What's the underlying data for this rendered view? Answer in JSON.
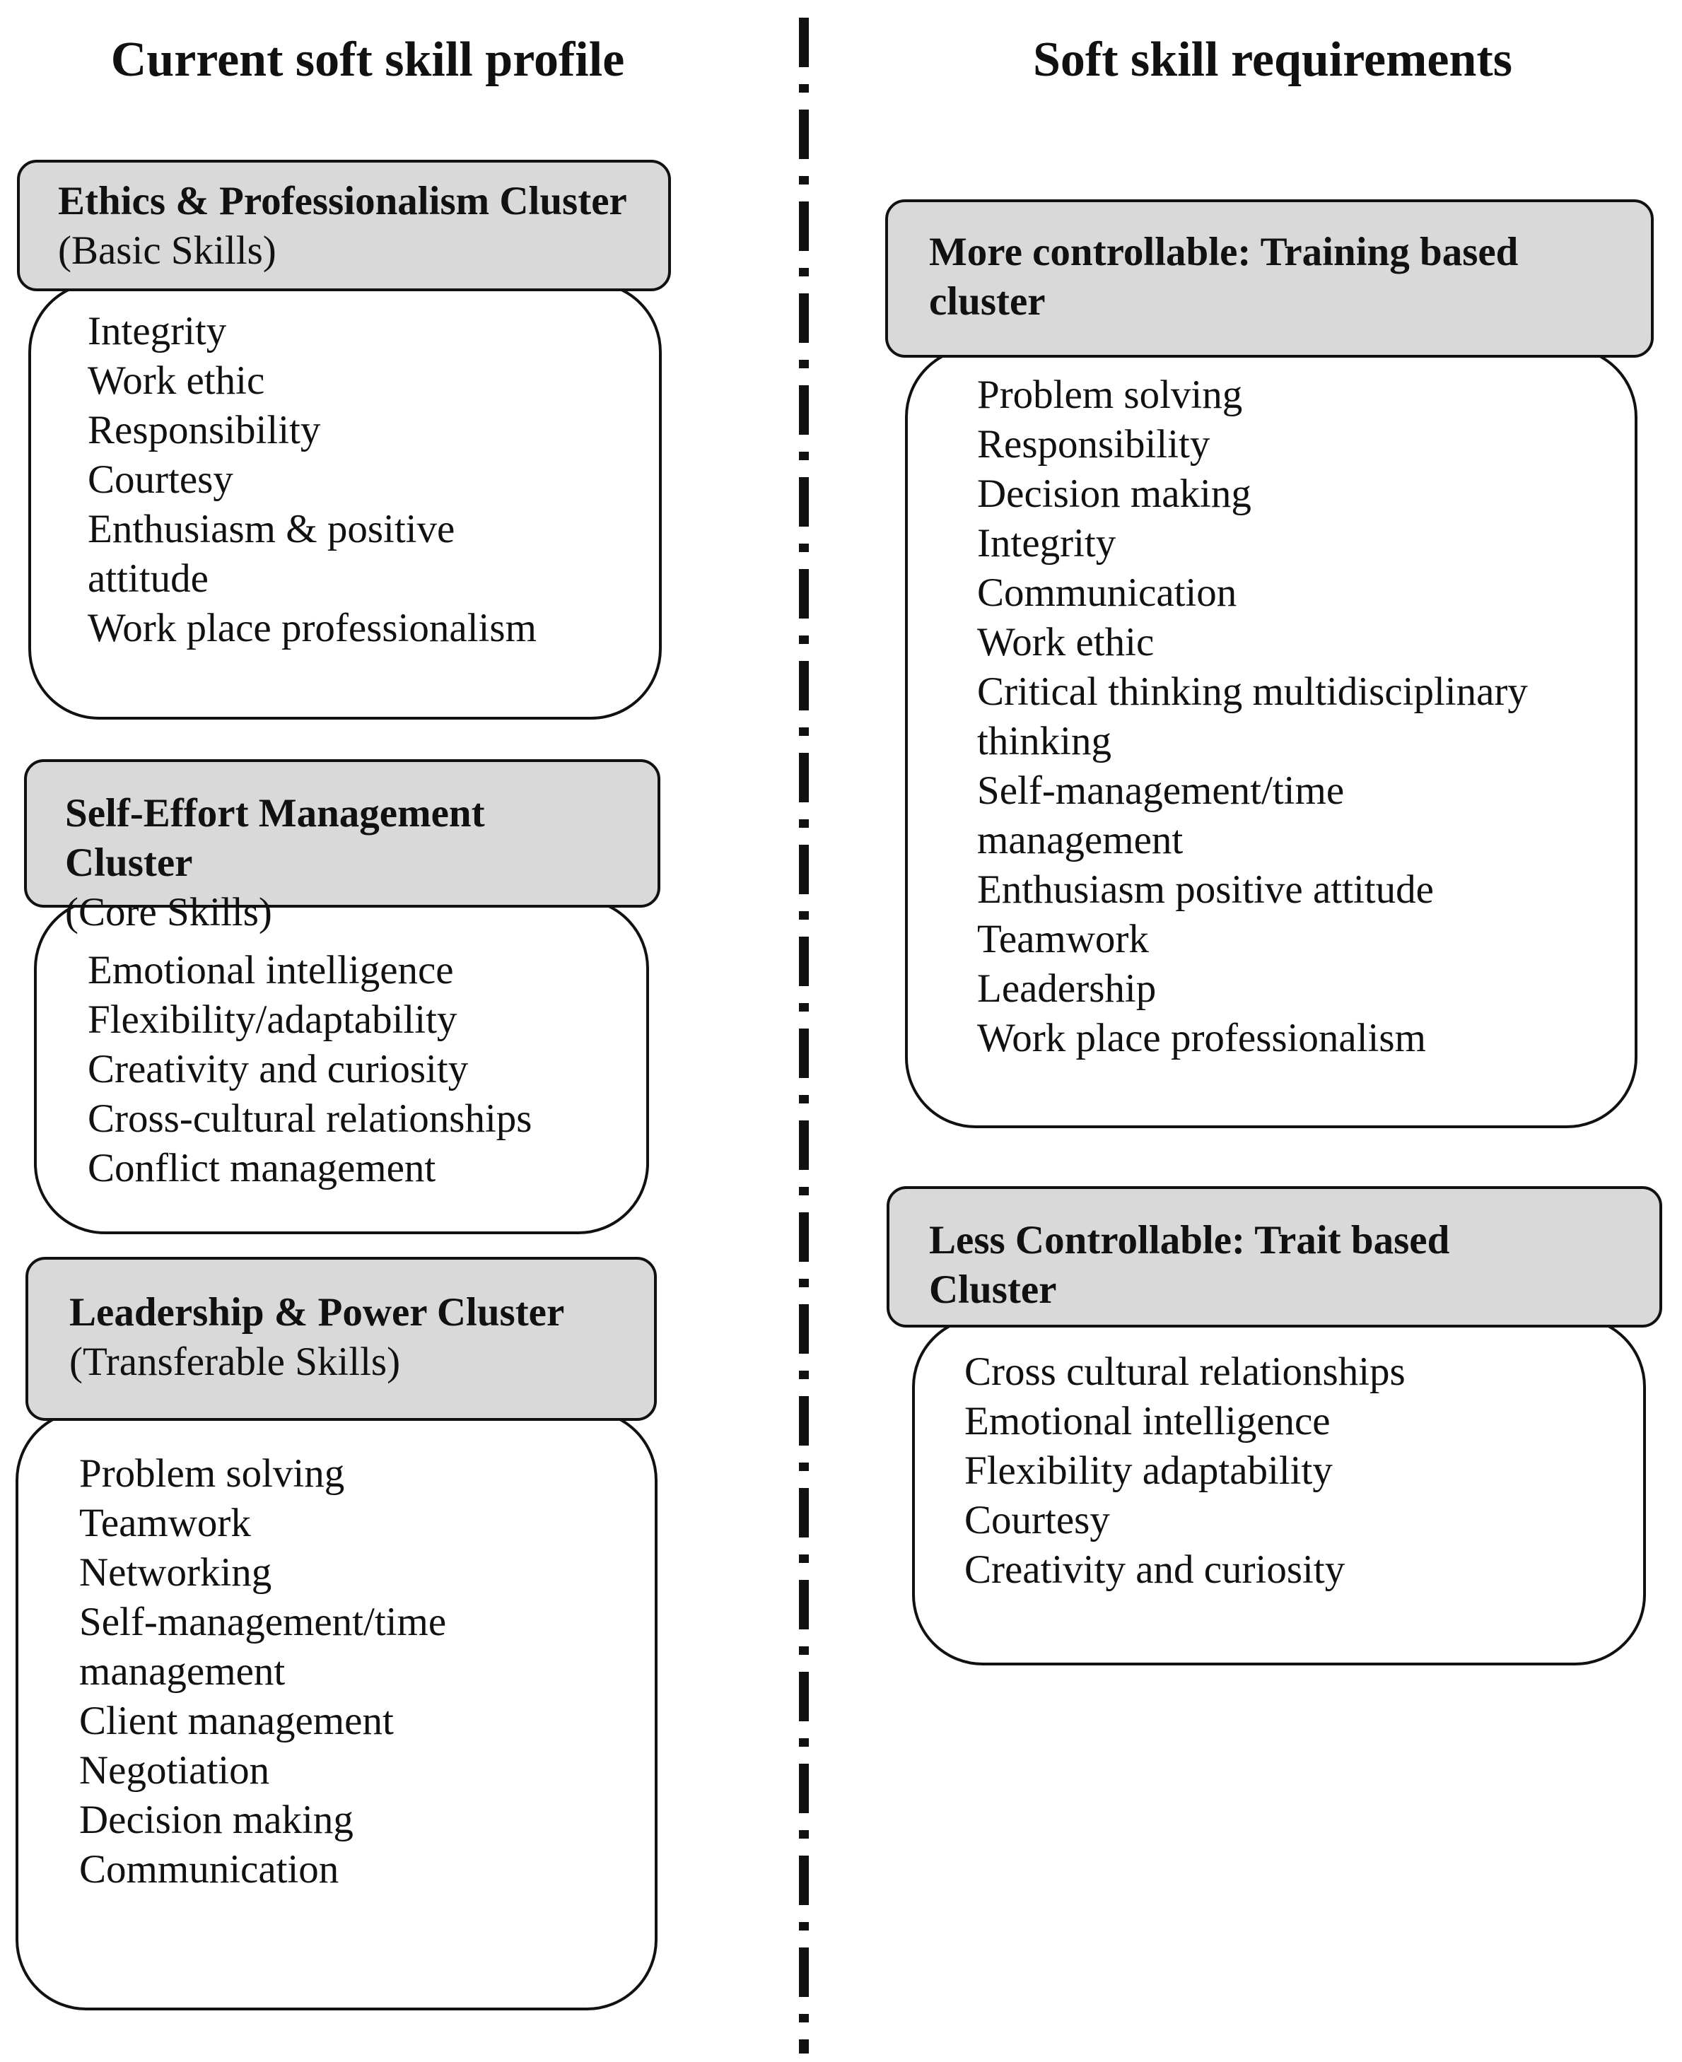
{
  "left_column": {
    "title": "Current soft skill profile",
    "clusters": [
      {
        "header_bold": "Ethics & Professionalism Cluster",
        "header_regular": "(Basic Skills)",
        "items": [
          "Integrity",
          "Work ethic",
          "Responsibility",
          "Courtesy",
          "Enthusiasm & positive attitude",
          "Work place professionalism"
        ]
      },
      {
        "header_bold": "Self-Effort Management Cluster",
        "header_regular": "(Core Skills)",
        "items": [
          "Emotional intelligence",
          "Flexibility/adaptability",
          "Creativity and curiosity",
          "Cross-cultural relationships",
          "Conflict management"
        ]
      },
      {
        "header_bold": "Leadership & Power Cluster",
        "header_regular": "(Transferable Skills)",
        "items": [
          "Problem solving",
          "Teamwork",
          "Networking",
          "Self-management/time management",
          "Client management",
          "Negotiation",
          "Decision making",
          "Communication"
        ]
      }
    ]
  },
  "right_column": {
    "title": "Soft skill requirements",
    "clusters": [
      {
        "header_bold": "More controllable: Training based cluster",
        "items": [
          "Problem solving",
          "Responsibility",
          "Decision making",
          "Integrity",
          "Communication",
          "Work ethic",
          "Critical thinking multidisciplinary thinking",
          "Self-management/time management",
          "Enthusiasm positive attitude",
          "Teamwork",
          "Leadership",
          "Work place professionalism"
        ]
      },
      {
        "header_bold": "Less Controllable: Trait based Cluster",
        "items": [
          "Cross cultural relationships",
          "Emotional intelligence",
          "Flexibility adaptability",
          "Courtesy",
          "Creativity and curiosity"
        ]
      }
    ]
  }
}
